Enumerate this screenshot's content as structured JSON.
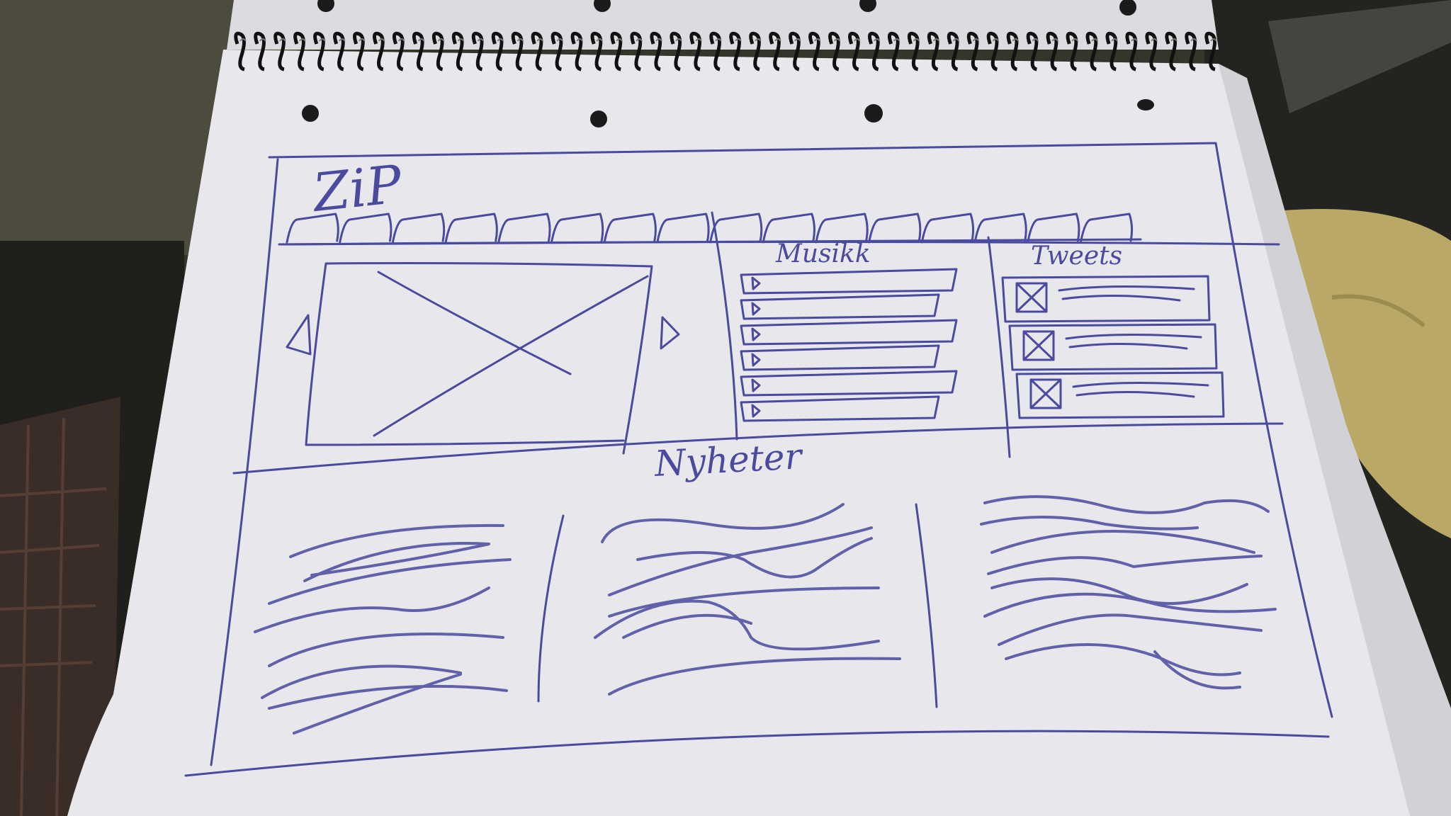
{
  "sketch": {
    "logo": "ZiP",
    "music_heading": "Musikk",
    "tweets_heading": "Tweets",
    "news_heading": "Nyheter",
    "nav_tab_count": 16,
    "music_track_count": 6,
    "tweet_count": 3,
    "news_column_count": 3
  },
  "colors": {
    "ink": "#4a4a9e",
    "paper": "#e8e8ec",
    "background_dark": "#1d1d1b",
    "glove_yellow": "#b9a866"
  }
}
